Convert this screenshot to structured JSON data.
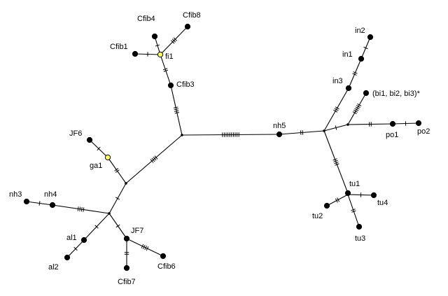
{
  "colors": {
    "line": "#000000",
    "sample_node": "#000000",
    "highlight_node": "#ffff66",
    "background": "#ffffff"
  },
  "network": {
    "samples": [
      {
        "id": "cfib4",
        "label": "Cfib4",
        "highlight": false
      },
      {
        "id": "cfib8",
        "label": "Cfib8",
        "highlight": false
      },
      {
        "id": "cfib1",
        "label": "Cfib1",
        "highlight": false
      },
      {
        "id": "fi1",
        "label": "fi1",
        "highlight": true
      },
      {
        "id": "cfib3",
        "label": "Cfib3",
        "highlight": false
      },
      {
        "id": "jf6",
        "label": "JF6",
        "highlight": false
      },
      {
        "id": "ga1",
        "label": "ga1",
        "highlight": true
      },
      {
        "id": "nh3",
        "label": "nh3",
        "highlight": false
      },
      {
        "id": "nh4",
        "label": "nh4",
        "highlight": false
      },
      {
        "id": "al1",
        "label": "al1",
        "highlight": false
      },
      {
        "id": "al2",
        "label": "al2",
        "highlight": false
      },
      {
        "id": "jf7",
        "label": "JF7",
        "highlight": false
      },
      {
        "id": "cfib7",
        "label": "Cfib7",
        "highlight": false
      },
      {
        "id": "cfib6",
        "label": "Cfib6",
        "highlight": false
      },
      {
        "id": "nh5",
        "label": "nh5",
        "highlight": false
      },
      {
        "id": "in2",
        "label": "in2",
        "highlight": false
      },
      {
        "id": "in1",
        "label": "in1",
        "highlight": false
      },
      {
        "id": "in3",
        "label": "in3",
        "highlight": false
      },
      {
        "id": "bi",
        "label": "(bi1, bi2, bi3)*",
        "highlight": false
      },
      {
        "id": "po1",
        "label": "po1",
        "highlight": false
      },
      {
        "id": "po2",
        "label": "po2",
        "highlight": false
      },
      {
        "id": "tu1",
        "label": "tu1",
        "highlight": false
      },
      {
        "id": "tu4",
        "label": "tu4",
        "highlight": false
      },
      {
        "id": "tu2",
        "label": "tu2",
        "highlight": false
      },
      {
        "id": "tu3",
        "label": "tu3",
        "highlight": false
      }
    ],
    "median_vectors": [
      "c",
      "j1",
      "j2",
      "j3",
      "e",
      "r"
    ],
    "edges": [
      {
        "from": "fi1",
        "to": "cfib4",
        "mutations": 1
      },
      {
        "from": "fi1",
        "to": "cfib8",
        "mutations": 3
      },
      {
        "from": "fi1",
        "to": "cfib1",
        "mutations": 1
      },
      {
        "from": "fi1",
        "to": "cfib3",
        "mutations": 2
      },
      {
        "from": "cfib3",
        "to": "c",
        "mutations": 4
      },
      {
        "from": "c",
        "to": "j1",
        "mutations": 4
      },
      {
        "from": "c",
        "to": "nh5",
        "mutations": 10
      },
      {
        "from": "j1",
        "to": "ga1",
        "mutations": 2
      },
      {
        "from": "ga1",
        "to": "jf6",
        "mutations": 1
      },
      {
        "from": "j1",
        "to": "j2",
        "mutations": 1
      },
      {
        "from": "j2",
        "to": "nh4",
        "mutations": 4
      },
      {
        "from": "nh4",
        "to": "nh3",
        "mutations": 1
      },
      {
        "from": "j2",
        "to": "al1",
        "mutations": 1
      },
      {
        "from": "al1",
        "to": "al2",
        "mutations": 1
      },
      {
        "from": "j2",
        "to": "jf7",
        "mutations": 1
      },
      {
        "from": "jf7",
        "to": "cfib7",
        "mutations": 2
      },
      {
        "from": "jf7",
        "to": "cfib6",
        "mutations": 4
      },
      {
        "from": "nh5",
        "to": "j3",
        "mutations": 2
      },
      {
        "from": "j3",
        "to": "in3",
        "mutations": 3
      },
      {
        "from": "in3",
        "to": "in1",
        "mutations": 2
      },
      {
        "from": "in1",
        "to": "in2",
        "mutations": 1
      },
      {
        "from": "j3",
        "to": "e",
        "mutations": 1
      },
      {
        "from": "e",
        "to": "bi",
        "mutations": 6
      },
      {
        "from": "e",
        "to": "po1",
        "mutations": 2
      },
      {
        "from": "po1",
        "to": "po2",
        "mutations": 1
      },
      {
        "from": "j3",
        "to": "tu1",
        "mutations": 4
      },
      {
        "from": "tu1",
        "to": "r",
        "mutations": 0
      },
      {
        "from": "r",
        "to": "tu4",
        "mutations": 1
      },
      {
        "from": "r",
        "to": "tu2",
        "mutations": 2
      },
      {
        "from": "r",
        "to": "tu3",
        "mutations": 2
      }
    ]
  }
}
